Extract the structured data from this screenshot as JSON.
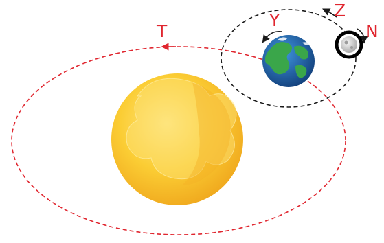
{
  "labels": {
    "sun_orbit": "T",
    "earth_spin": "Y",
    "moon_orbit": "Z",
    "moon_spin": "N"
  },
  "colors": {
    "label": "#e0262f",
    "sun_orbit_path": "#e0262f",
    "moon_orbit_path": "#1a1a1a",
    "sun": "#f7c62a",
    "ocean": "#1f6fb8",
    "land": "#3aa64a",
    "moon": "#cfcfcf"
  }
}
